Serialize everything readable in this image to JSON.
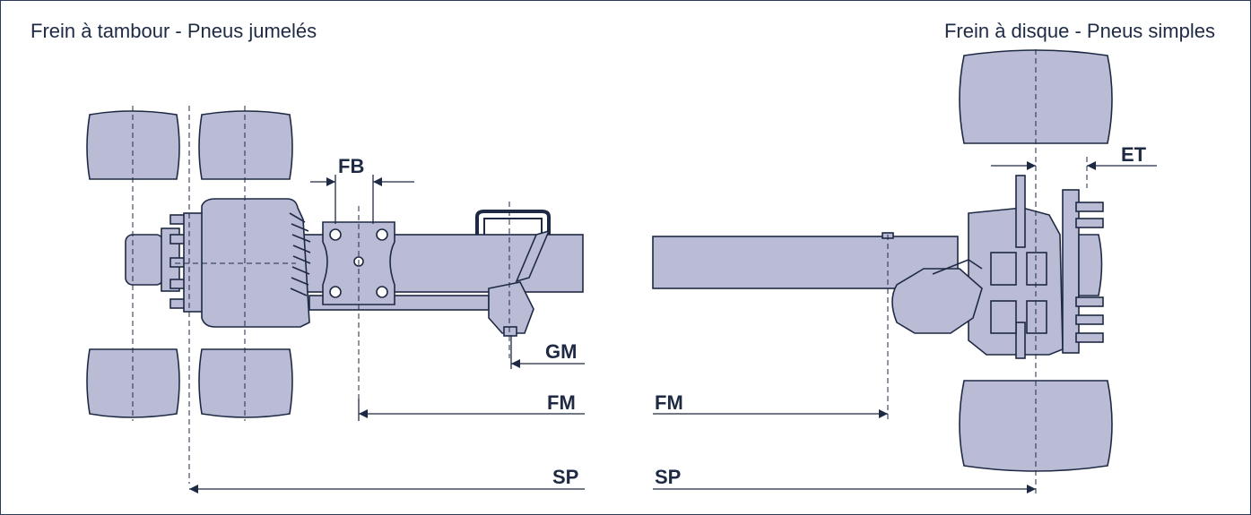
{
  "titles": {
    "left": "Frein à tambour - Pneus jumelés",
    "right": "Frein à disque - Pneus simples"
  },
  "labels": {
    "fb": "FB",
    "gm": "GM",
    "fm_left": "FM",
    "sp_left": "SP",
    "fm_right": "FM",
    "sp_right": "SP",
    "et": "ET"
  },
  "colors": {
    "frame": "#2b3a5c",
    "part_fill": "#b9bcd4",
    "part_stroke": "#1e2a44",
    "text": "#1e2a44"
  }
}
